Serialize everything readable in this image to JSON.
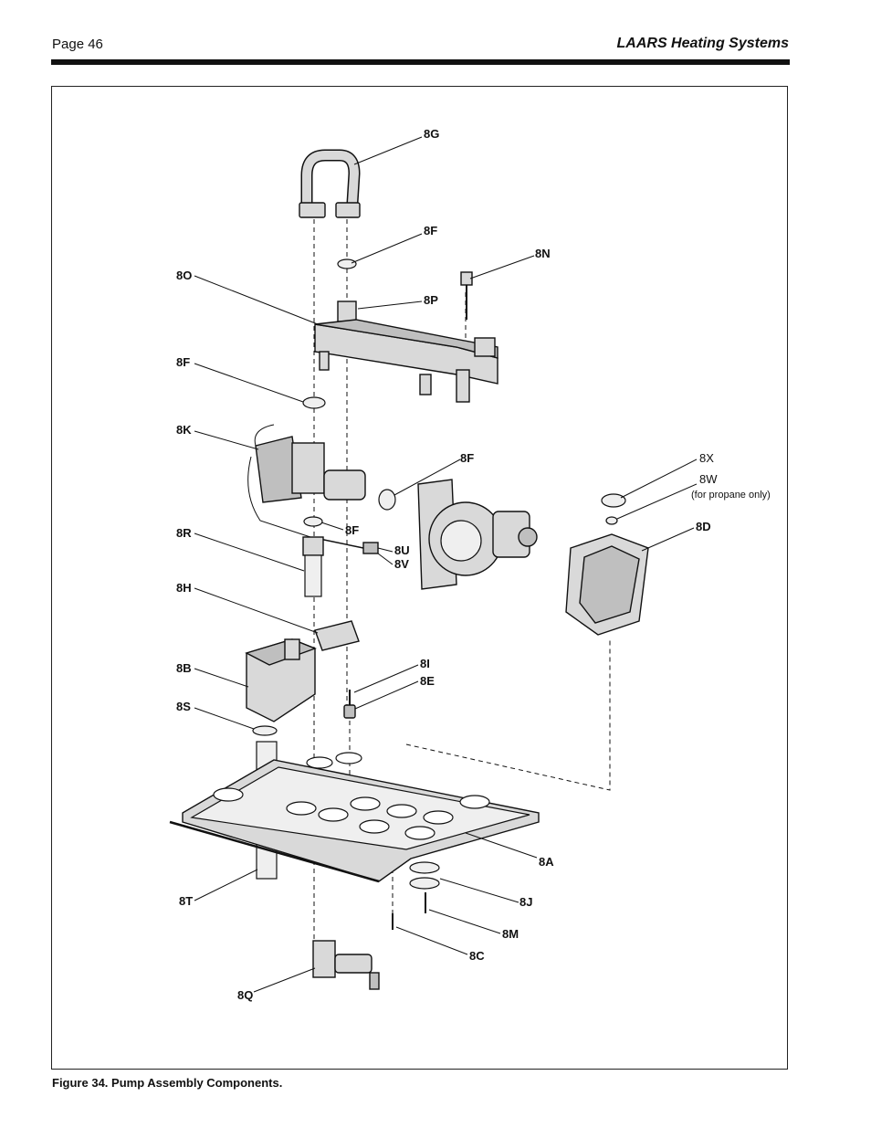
{
  "header": {
    "page_label": "Page 46",
    "brand": "LAARS Heating Systems"
  },
  "figure": {
    "caption": "Figure 34. Pump Assembly Components.",
    "labels": {
      "8G": "8G",
      "8F_top": "8F",
      "8N": "8N",
      "8O": "8O",
      "8P": "8P",
      "8F_mid": "8F",
      "8K": "8K",
      "8F_right": "8F",
      "8X": "8X",
      "8W": "8W",
      "propane_note": "(for propane only)",
      "8D": "8D",
      "8F_low": "8F",
      "8R": "8R",
      "8U": "8U",
      "8V": "8V",
      "8H": "8H",
      "8I": "8I",
      "8E": "8E",
      "8B": "8B",
      "8S": "8S",
      "8A": "8A",
      "8T": "8T",
      "8J": "8J",
      "8M": "8M",
      "8C": "8C",
      "8Q": "8Q"
    }
  }
}
